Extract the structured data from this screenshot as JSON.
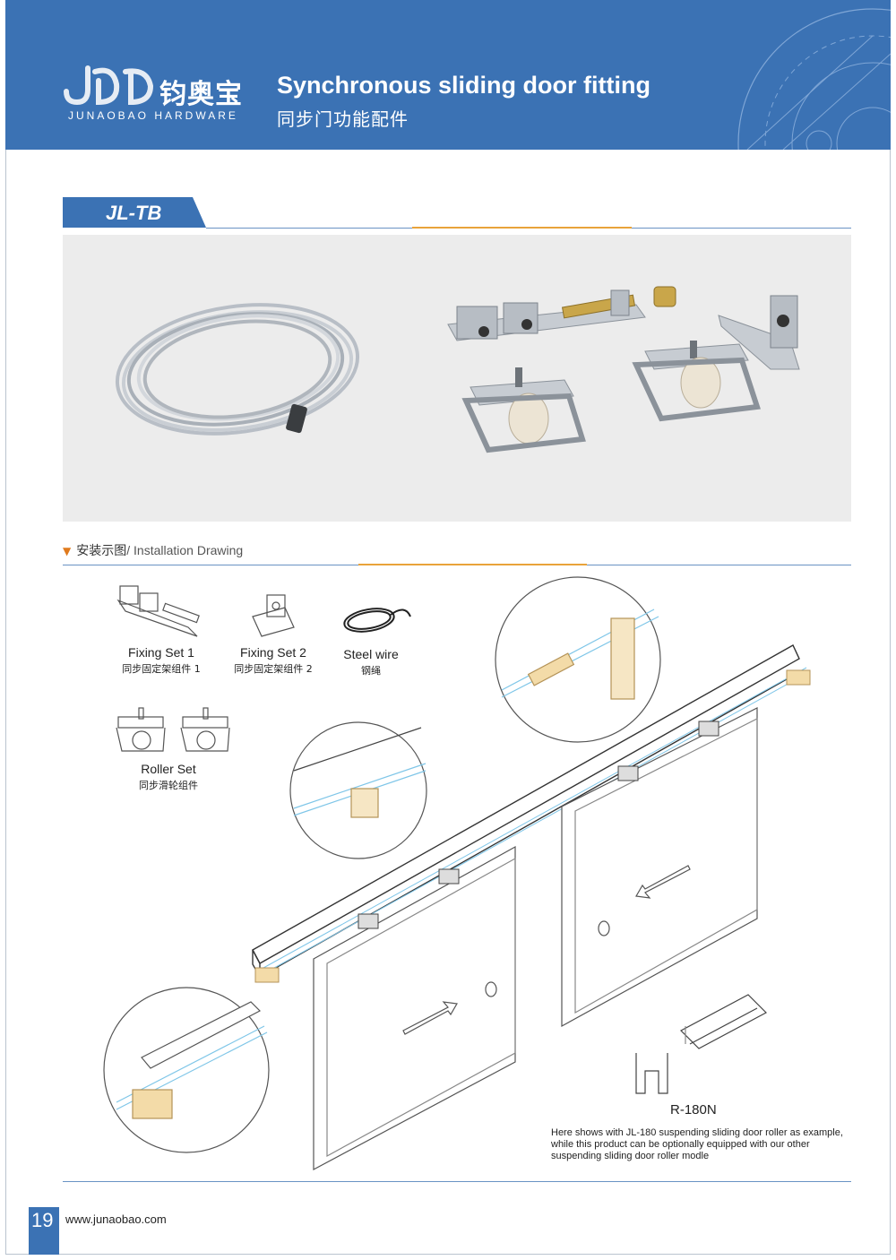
{
  "header": {
    "brand_cn": "钧奥宝",
    "brand_en": "JUNAOBAO HARDWARE",
    "title_en": "Synchronous sliding door fitting",
    "title_cn": "同步门功能配件",
    "colors": {
      "primary": "#3b72b4",
      "accent": "#e9a33a"
    }
  },
  "product": {
    "model": "JL-TB"
  },
  "installation": {
    "label_cn": "安装示图",
    "label_en": "/ Installation Drawing",
    "parts": [
      {
        "name_en": "Fixing Set 1",
        "name_cn": "同步固定架组件 1"
      },
      {
        "name_en": "Fixing Set 2",
        "name_cn": "同步固定架组件 2"
      },
      {
        "name_en": "Steel wire",
        "name_cn": "钢绳"
      },
      {
        "name_en": "Roller Set",
        "name_cn": "同步滑轮组件"
      }
    ],
    "profile_name": "R-180N",
    "note": "Here shows with JL-180 suspending sliding door roller as example, while this product can be optionally equipped with our other suspending sliding door roller modle"
  },
  "footer": {
    "page_number": "19",
    "website": "www.junaobao.com"
  }
}
